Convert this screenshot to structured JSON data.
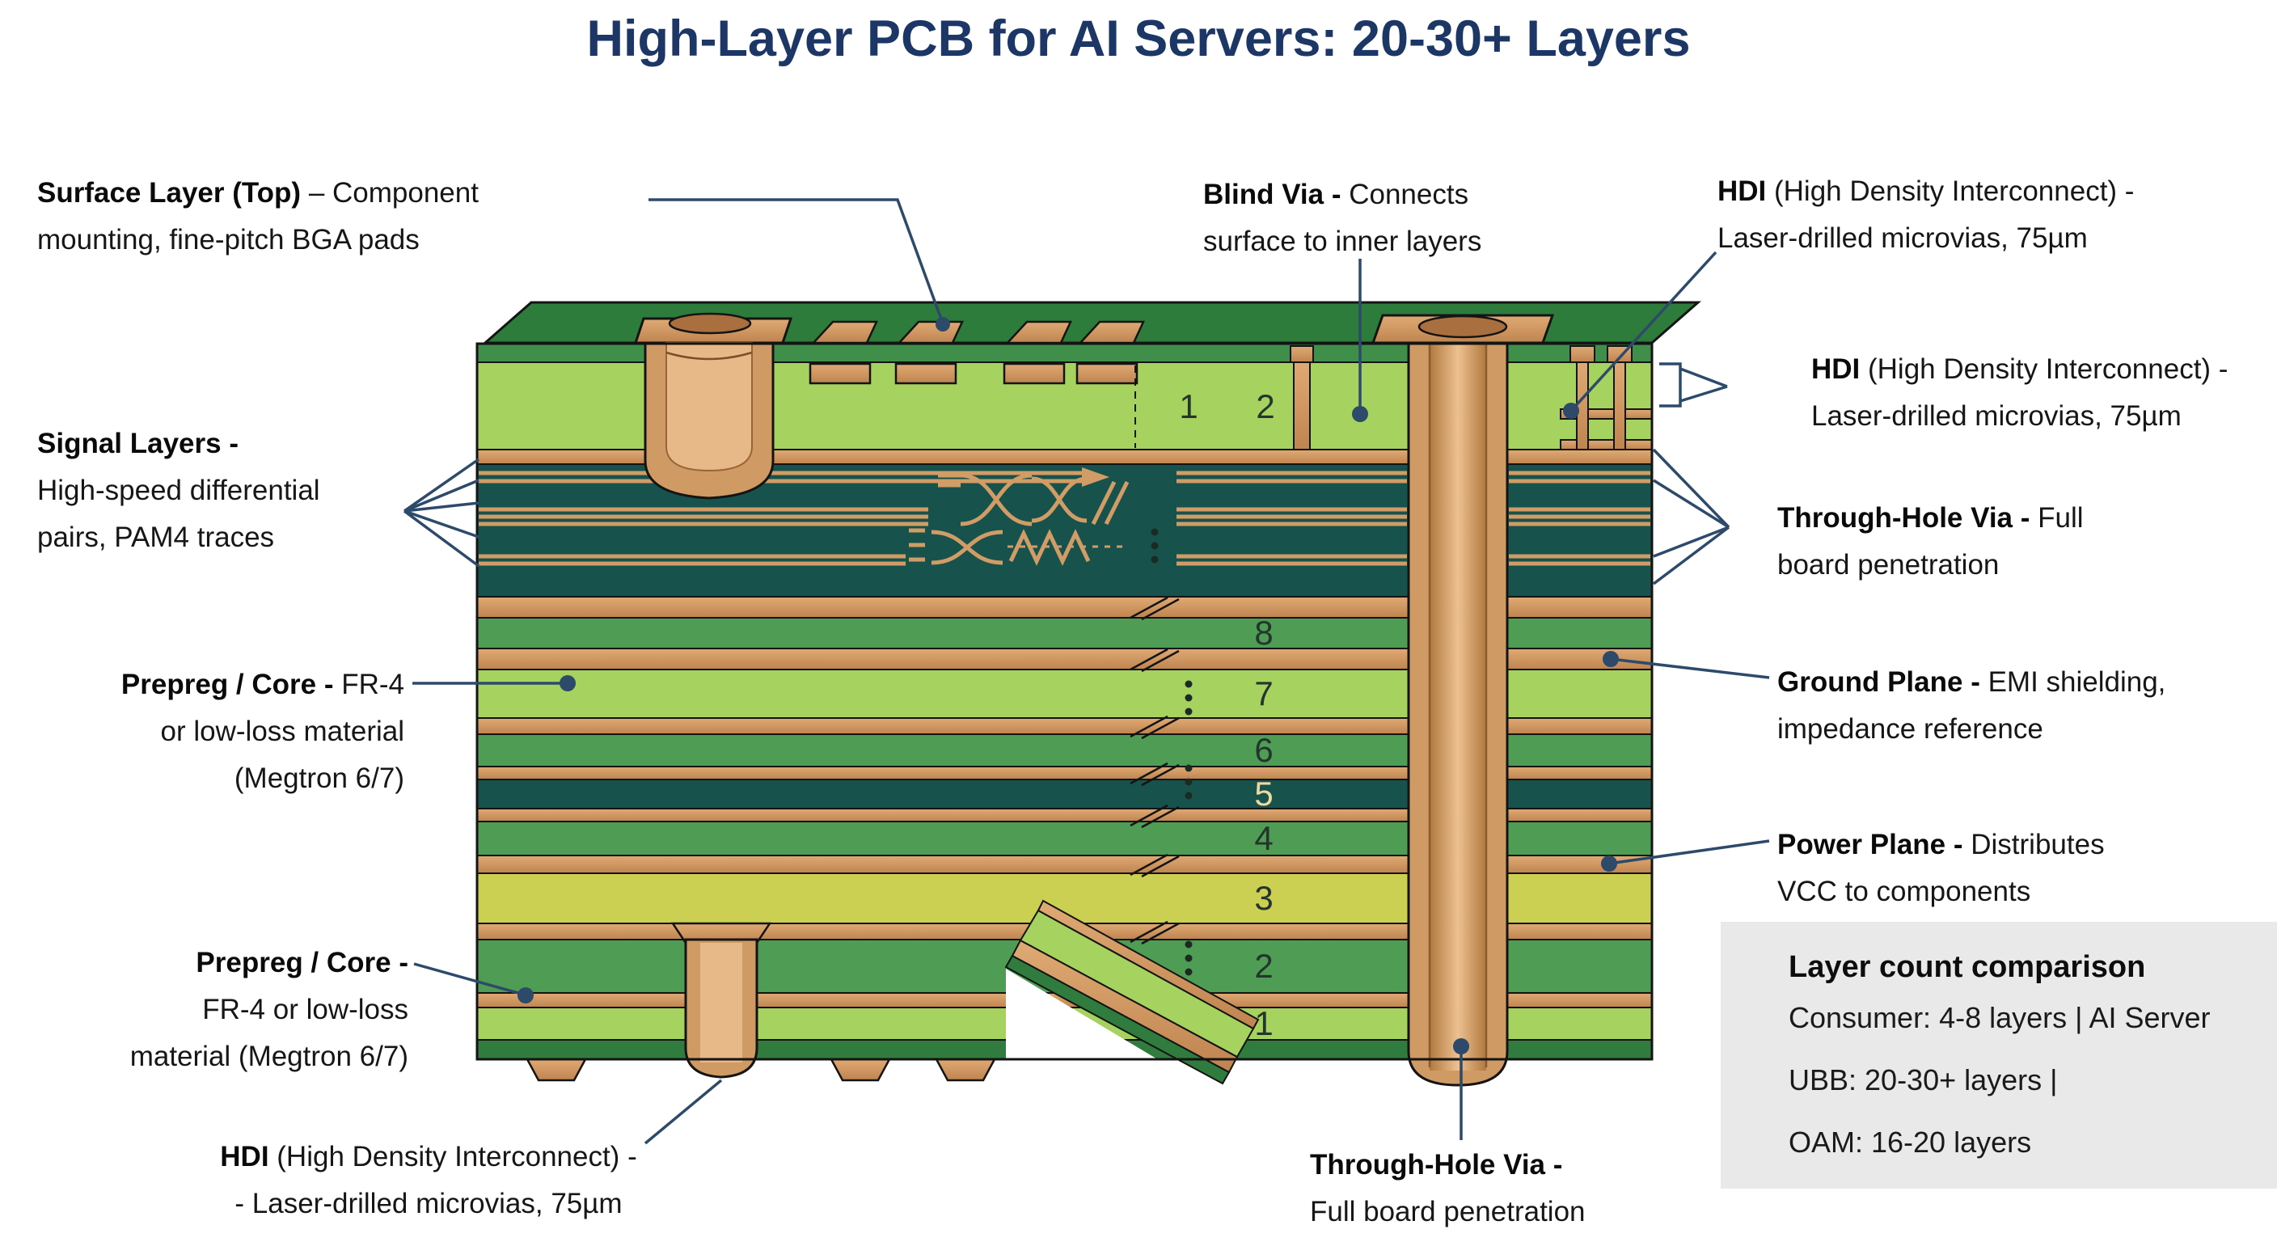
{
  "title": "High-Layer PCB for AI Servers: 20-30+ Layers",
  "labels": {
    "surface_layer": {
      "lines": [
        {
          "strong": "Surface Layer (Top)",
          "rest": " – Component"
        },
        {
          "rest": "mounting, fine-pitch BGA pads"
        }
      ]
    },
    "blind_via": {
      "lines": [
        {
          "strong": "Blind Via -",
          "rest": " Connects"
        },
        {
          "rest": "surface to inner layers"
        }
      ]
    },
    "hdi_top": {
      "lines": [
        {
          "strong": "HDI",
          "rest": " (High Density Interconnect) -"
        },
        {
          "rest": "Laser-drilled microvias, 75µm"
        }
      ]
    },
    "hdi_right": {
      "lines": [
        {
          "strong": "HDI",
          "rest": " (High Density Interconnect) -"
        },
        {
          "rest": "Laser-drilled microvias, 75µm"
        }
      ]
    },
    "signal_layers": {
      "lines": [
        {
          "strong": "Signal Layers -"
        },
        {
          "rest": "High-speed differential"
        },
        {
          "rest": "pairs, PAM4 traces"
        }
      ]
    },
    "prepreg_core_1": {
      "lines": [
        {
          "strong": "Prepreg / Core -",
          "rest": " FR-4"
        },
        {
          "rest": "or low-loss material"
        },
        {
          "rest": "(Megtron 6/7)"
        }
      ]
    },
    "prepreg_core_2": {
      "lines": [
        {
          "strong": "Prepreg / Core -"
        },
        {
          "rest": "FR-4 or low-loss"
        },
        {
          "rest": "material (Megtron 6/7)"
        }
      ]
    },
    "through_hole_right": {
      "lines": [
        {
          "strong": "Through-Hole Via -",
          "rest": " Full"
        },
        {
          "rest": "board penetration"
        }
      ]
    },
    "ground_plane": {
      "lines": [
        {
          "strong": "Ground Plane -",
          "rest": " EMI shielding,"
        },
        {
          "rest": "impedance reference"
        }
      ]
    },
    "power_plane": {
      "lines": [
        {
          "strong": "Power Plane -",
          "rest": " Distributes"
        },
        {
          "rest": "VCC to components"
        }
      ]
    },
    "hdi_bottom": {
      "lines": [
        {
          "strong": "HDI",
          "rest": " (High Density Interconnect) -"
        },
        {
          "rest": "- Laser-drilled microvias, 75µm"
        }
      ]
    },
    "through_hole_bottom": {
      "lines": [
        {
          "strong": "Through-Hole Via -"
        },
        {
          "rest": "Full board penetration"
        }
      ]
    }
  },
  "board_numbers": {
    "top": [
      "1",
      "2"
    ],
    "stack": [
      "8",
      "7",
      "6",
      "5",
      "4",
      "3",
      "2",
      "1"
    ]
  },
  "comparison": {
    "title": "Layer count comparison",
    "rows": [
      "Consumer: 4-8 layers | AI Server",
      "UBB: 20-30+ layers |",
      "OAM: 16-20 layers"
    ]
  },
  "colors": {
    "title_navy": "#1c3766",
    "leader_navy": "#2d4a6b",
    "copper": "#cf9a63",
    "board_green": "#4f9c54",
    "board_lime": "#a6d25f",
    "board_teal": "#17534c",
    "board_yellow": "#cbcf52",
    "surface_green": "#2e7c3c",
    "comparison_bg": "#e9e9e9"
  }
}
